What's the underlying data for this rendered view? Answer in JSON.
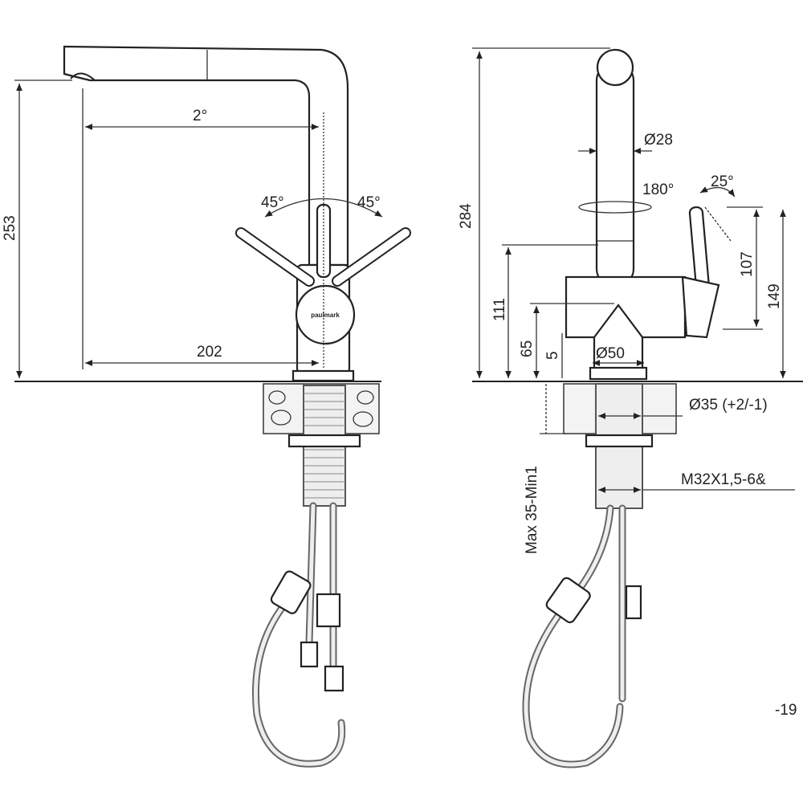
{
  "logo_text": "paulmark",
  "front_view": {
    "spout_angle": "2°",
    "lever_left_angle": "45°",
    "lever_right_angle": "45°",
    "height": "253",
    "reach": "202"
  },
  "side_view": {
    "height": "284",
    "spout_diameter": "Ø28",
    "swivel": "180°",
    "lever_angle": "25°",
    "dim_107": "107",
    "dim_149": "149",
    "dim_111": "111",
    "dim_65": "65",
    "dim_5": "5",
    "base_diameter": "Ø50",
    "hole_diameter": "Ø35 (+2/-1)",
    "thread": "M32X1,5-6&",
    "countertop": "Max 35-Min1",
    "partial_label": "-19"
  }
}
